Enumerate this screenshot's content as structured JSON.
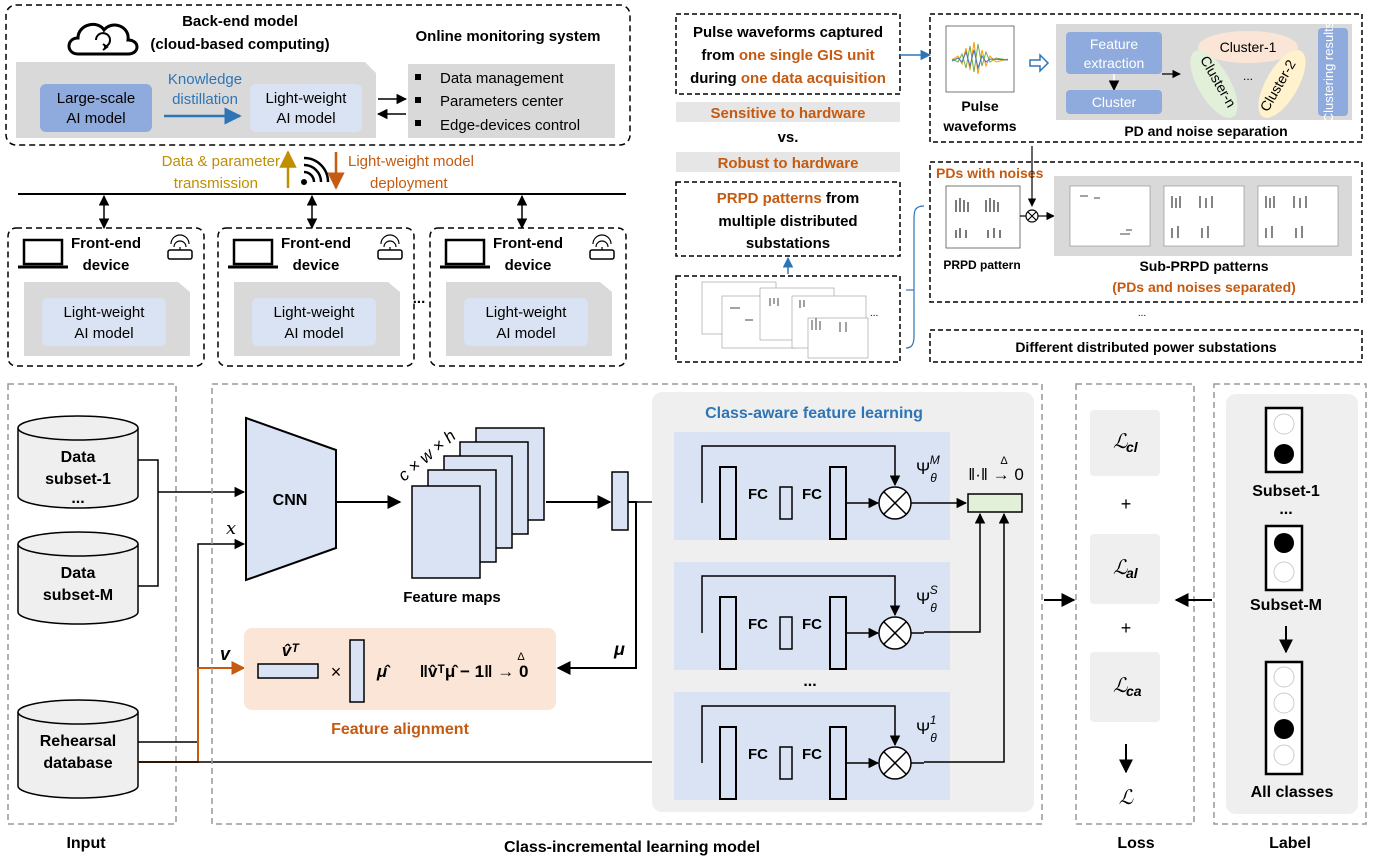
{
  "top_left": {
    "backend_title": "Back-end model",
    "backend_subtitle": "(cloud-based computing)",
    "monitor_title": "Online monitoring system",
    "large_model": [
      "Large-scale",
      "AI model"
    ],
    "kd_label": [
      "Knowledge",
      "distillation"
    ],
    "lw_model": [
      "Light-weight",
      "AI model"
    ],
    "monitor_items": [
      "Data management",
      "Parameters center",
      "Edge-devices control"
    ],
    "data_param": [
      "Data & parameter",
      "transmission"
    ],
    "lw_deploy": [
      "Light-weight model",
      "deployment"
    ],
    "front_end": [
      "Front-end",
      "device"
    ],
    "ellipsis": "..."
  },
  "top_right": {
    "pulse_caption": [
      [
        {
          "t": "Pulse waveforms captured",
          "c": "k"
        }
      ],
      [
        {
          "t": "from ",
          "c": "k"
        },
        {
          "t": "one single GIS unit",
          "c": "o"
        }
      ],
      [
        {
          "t": "during ",
          "c": "k"
        },
        {
          "t": "one data acquisition",
          "c": "o"
        }
      ]
    ],
    "sensitive": "Sensitive to hardware",
    "vs": "vs.",
    "robust": "Robust to hardware",
    "prpd_caption": [
      [
        {
          "t": "PRPD patterns",
          "c": "o"
        },
        {
          "t": " from",
          "c": "k"
        }
      ],
      [
        {
          "t": "multiple distributed",
          "c": "k"
        }
      ],
      [
        {
          "t": "substations",
          "c": "k"
        }
      ]
    ],
    "pulse_waveforms": [
      "Pulse",
      "waveforms"
    ],
    "feature_extraction": [
      "Feature",
      "extraction"
    ],
    "cluster": "Cluster",
    "cluster_1": "Cluster-1",
    "cluster_2": "Cluster-2",
    "cluster_n": "Cluster-n",
    "dots": "...",
    "clustering_results": "Clustering results",
    "pd_noise_sep": "PD and noise separation",
    "pds_with_noises": "PDs with noises",
    "prpd_pattern": "PRPD pattern",
    "sub_prpd": "Sub-PRPD patterns",
    "pds_noises_separated": "(PDs and noises separated)",
    "diff_substations": "Different distributed power substations"
  },
  "bottom": {
    "data_subset_1": [
      "Data",
      "subset-1"
    ],
    "data_subset_m": [
      "Data",
      "subset-M"
    ],
    "dots": "...",
    "rehearsal": [
      "Rehearsal",
      "database"
    ],
    "x_label": "x",
    "v_label": "v",
    "mu_label": "μ",
    "cnn": "CNN",
    "cxwxh": "c × w × h",
    "feature_maps": "Feature maps",
    "class_aware": "Class-aware feature learning",
    "fc": "FC",
    "psi_M": "M",
    "psi_S": "S",
    "psi_1": "1",
    "norm_zero": "‖·‖ → 0",
    "v_hat_T": "v̂ᵀ",
    "times": "×",
    "mu_hat": "μ̂",
    "align_norm": "‖v̂ᵀμ̂ − 1‖ → 0",
    "feature_alignment": "Feature alignment",
    "loss_cl": "cl",
    "loss_al": "al",
    "loss_ca": "ca",
    "plus": "+",
    "subset_1": "Subset-1",
    "subset_m": "Subset-M",
    "all_classes": "All classes",
    "input": "Input",
    "cil_model": "Class-incremental learning model",
    "loss": "Loss",
    "label": "Label"
  },
  "colors": {
    "orange": "#c55a11",
    "gold": "#bf8f00",
    "blue": "#2e75b6",
    "light_blue_box": "#dae3f3",
    "mid_blue_box": "#8faadc",
    "dark_blue_box": "#6f8fd0",
    "grey": "#d9d9d9",
    "peach": "#fbe5d6",
    "green_box": "#e2f0d9"
  }
}
